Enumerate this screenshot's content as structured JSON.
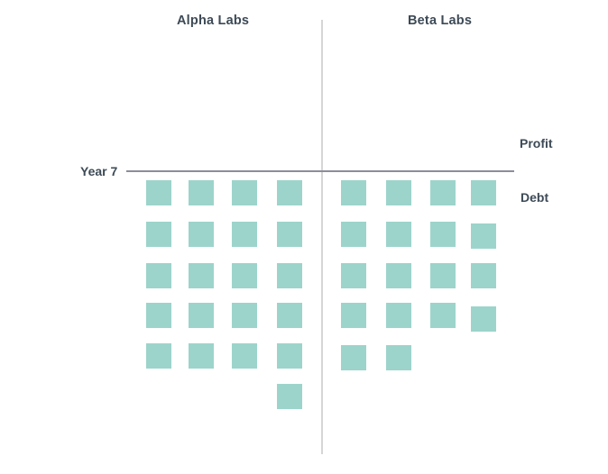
{
  "chart_data": {
    "type": "pictograph",
    "axis_label": "Year 7",
    "above_axis_label": "Profit",
    "below_axis_label": "Debt",
    "unit_color": "#9cd4cb",
    "orientation": "unit squares stacked downward below the baseline (debt side)",
    "groups": [
      {
        "name": "Alpha Labs",
        "column_stacks": [
          5,
          5,
          5,
          6
        ],
        "total_units": 21
      },
      {
        "name": "Beta Labs",
        "column_stacks": [
          5,
          5,
          4,
          4
        ],
        "total_units": 18
      }
    ],
    "layout_hints": {
      "legend_position": "none",
      "grid": false,
      "divider": "light vertical line between the two groups",
      "baseline": "horizontal line labeled Year 7; Profit above line, Debt below line"
    }
  },
  "colors": {
    "unit_square": "#9cd4cb",
    "text": "#3d4a56",
    "baseline_line": "#8a8f9a",
    "divider_line": "#d5d5d5",
    "background": "#ffffff"
  }
}
